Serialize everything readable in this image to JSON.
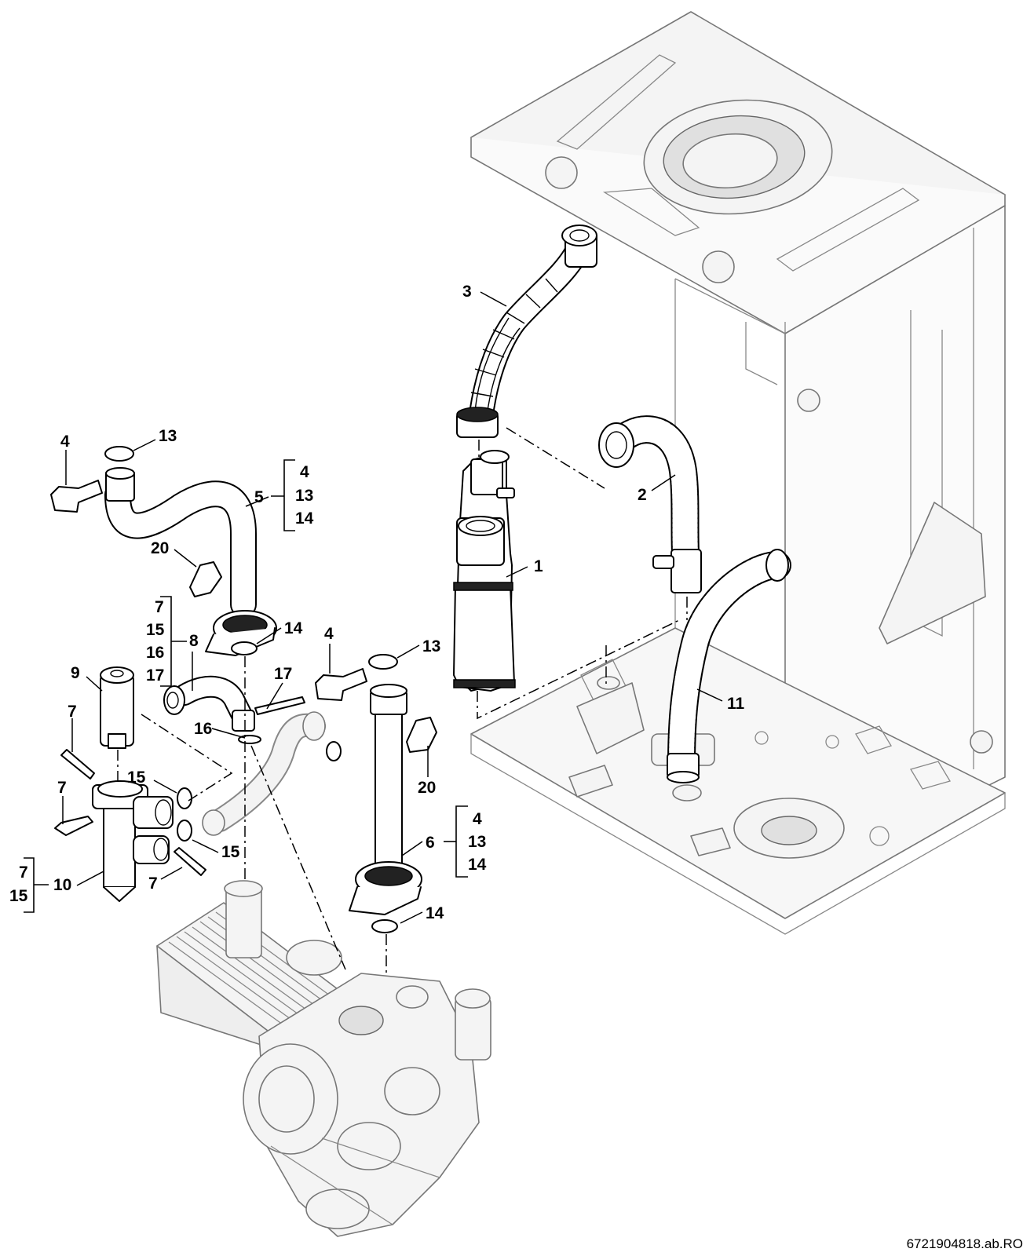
{
  "callouts": {
    "c1": "1",
    "c2": "2",
    "c3": "3",
    "c5": "5",
    "c6": "6",
    "c8": "8",
    "c9": "9",
    "c10": "10",
    "c11": "11",
    "c16": "16",
    "c17": "17",
    "c4a": "4",
    "c4b": "4",
    "c13a": "13",
    "c13b": "13",
    "c14a": "14",
    "c14b": "14",
    "c15a": "15",
    "c15b": "15",
    "c20a": "20",
    "c20b": "20",
    "c7a": "7",
    "c7b": "7",
    "c7c": "7"
  },
  "groups": {
    "g5": [
      "4",
      "13",
      "14"
    ],
    "g6": [
      "4",
      "13",
      "14"
    ],
    "g8": [
      "7",
      "15",
      "16",
      "17"
    ],
    "g10": [
      "7",
      "15"
    ]
  },
  "drawing_code": "6721904818.ab.RO"
}
